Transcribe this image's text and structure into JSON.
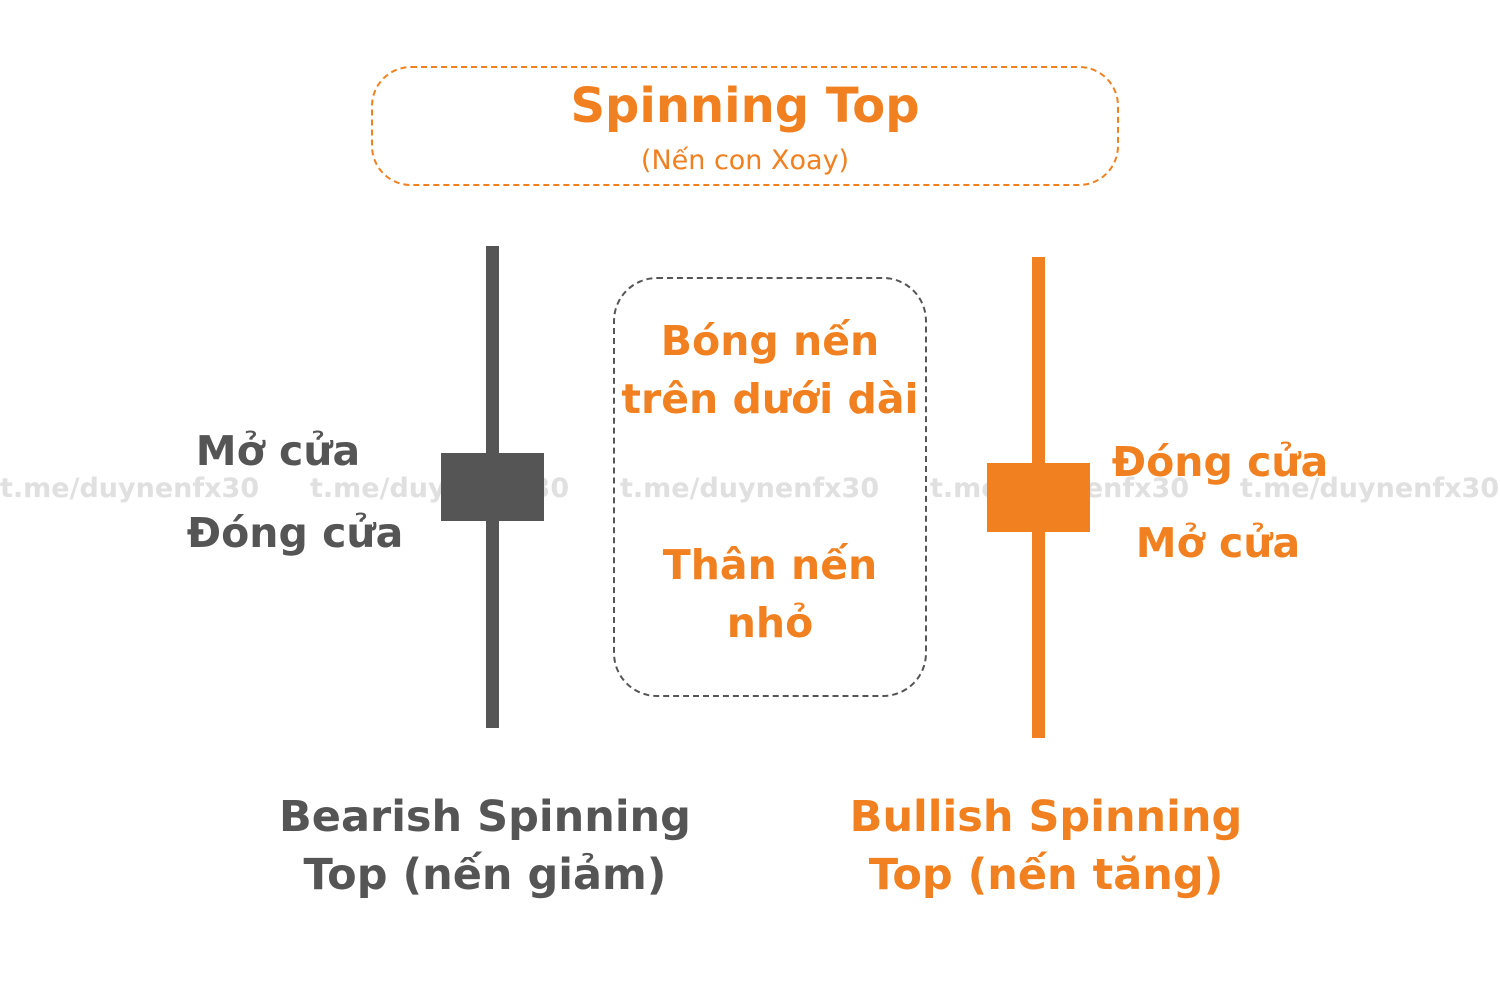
{
  "title": "Spinning Top",
  "subtitle": "(Nến con Xoay)",
  "center_note": {
    "shadow_text": "Bóng nến trên dưới dài",
    "body_text": "Thân nến nhỏ"
  },
  "bearish": {
    "open_label": "Mở cửa",
    "close_label": "Đóng cửa",
    "caption": "Bearish Spinning Top (nến giảm)",
    "color": "#555555"
  },
  "bullish": {
    "close_label": "Đóng cửa",
    "open_label": "Mở cửa",
    "caption": "Bullish Spinning Top (nến tăng)",
    "color": "#f08020"
  },
  "watermarks": [
    "t.me/duynenfx30",
    "t.me/duynenfx30",
    "t.me/duynenfx30",
    "t.me/duynenfx30",
    "t.me/duynenfx30"
  ]
}
